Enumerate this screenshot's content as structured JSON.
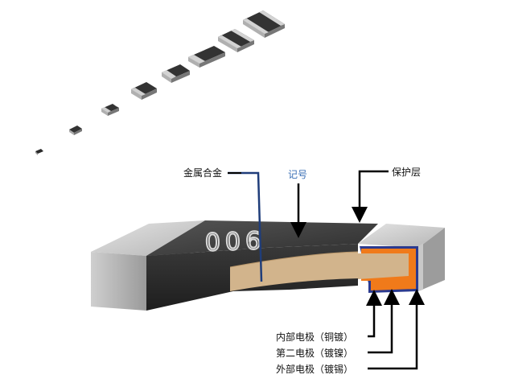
{
  "labels": {
    "metal_alloy": "金属合金",
    "marking": "记号",
    "protective_layer": "保护层",
    "inner_electrode": "内部电极（铜镀）",
    "second_electrode": "第二电极（镀镍）",
    "outer_electrode": "外部电极（镀锡）"
  },
  "marking_code": "006",
  "colors": {
    "body_dark": "#3b3b3b",
    "terminal_grey": "#b4b4b4",
    "alloy_tan": "#d2b48c",
    "copper_orange": "#f07a1a",
    "nickel_blue": "#2b3a8f",
    "leader_blue": "#1f3d7a",
    "marking_label_blue": "#3a6fb5"
  }
}
